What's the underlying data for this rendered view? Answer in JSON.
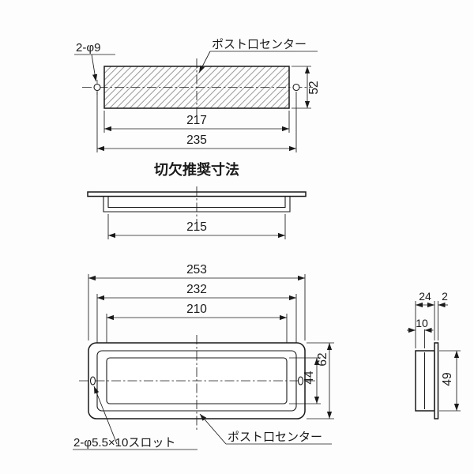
{
  "colors": {
    "line": "#1a1a1a",
    "hatch": "#8f8f8f",
    "background": "#fdfdfd"
  },
  "top_view": {
    "hole_label": "2-φ9",
    "center_label": "ポスト口センター",
    "dim_height": "52",
    "dim_inner_width": "217",
    "dim_hole_span": "235"
  },
  "caption": "切欠推奨寸法",
  "middle_view": {
    "dim_width": "215"
  },
  "front_view": {
    "dim_overall_width": "253",
    "dim_frame_width": "232",
    "dim_opening_width": "210",
    "dim_overall_height": "62",
    "dim_opening_height": "44",
    "slot_label": "2-φ5.5×10スロット",
    "center_label": "ポスト口センター"
  },
  "side_view": {
    "dim_depth": "24",
    "dim_thickness": "2",
    "dim_inner_depth": "10",
    "dim_box_height": "49"
  }
}
